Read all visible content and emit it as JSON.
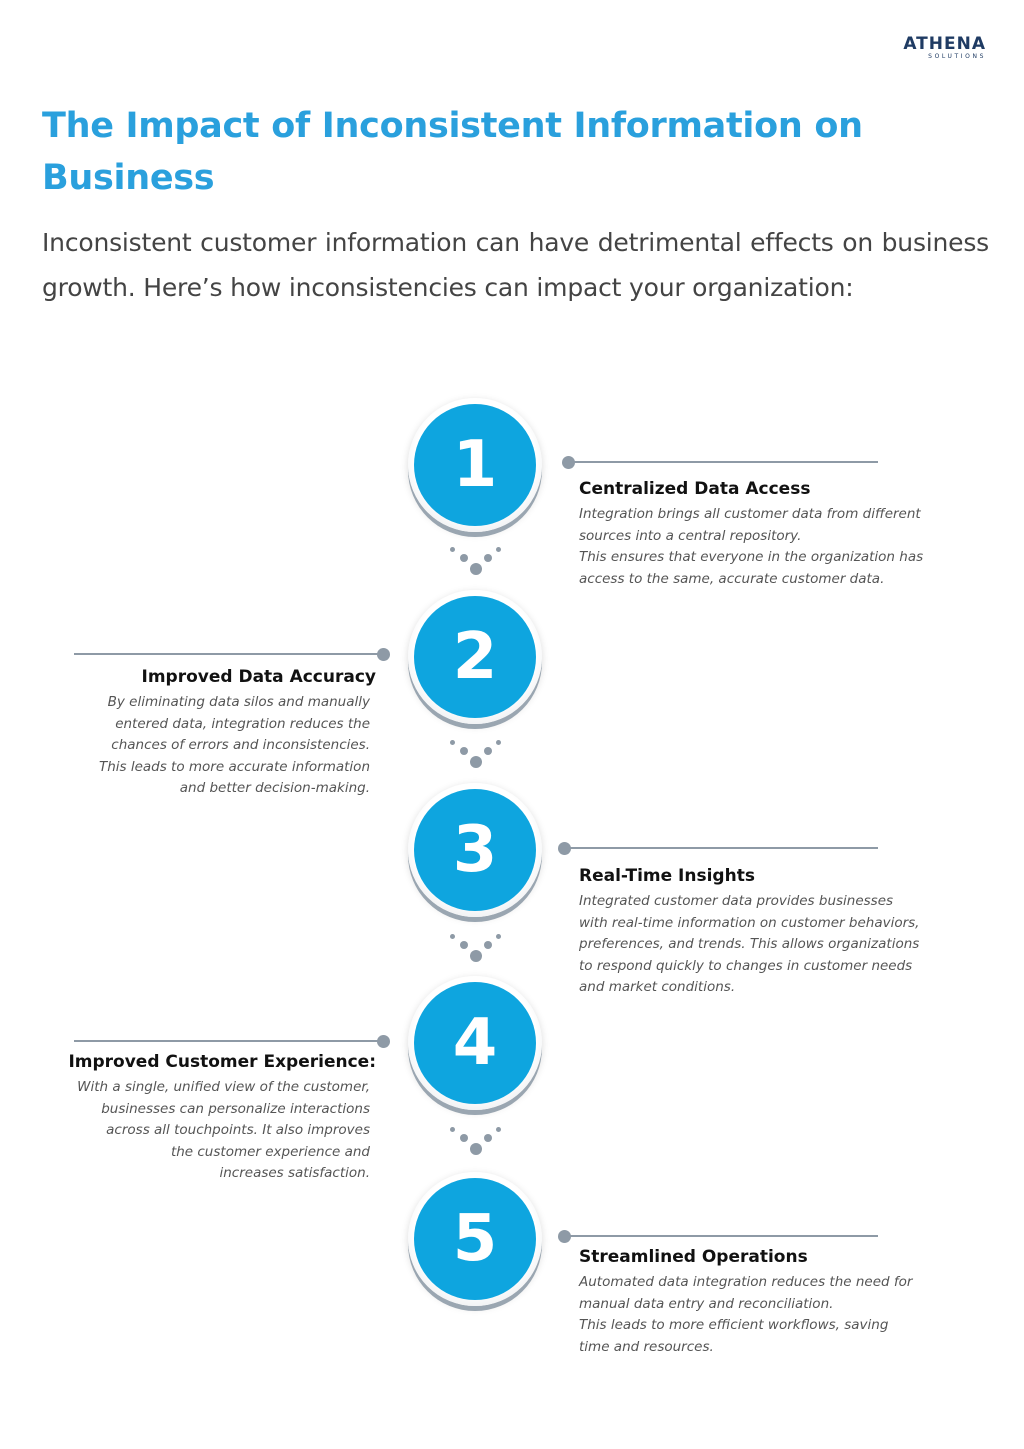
{
  "logo": {
    "name": "ATHENA",
    "sub": "SOLUTIONS"
  },
  "title": "The Impact of Inconsistent Information on Business",
  "intro": "Inconsistent customer information can have detrimental effects on business growth. Here’s how inconsistencies can impact your organization:",
  "colors": {
    "accent": "#2aa0dd",
    "circle": "#0ea5df",
    "connector": "#8e9aa6"
  },
  "items": [
    {
      "number": "1",
      "title": "Centralized Data Access",
      "lines": [
        "Integration brings all customer data from different",
        "sources into a central repository.",
        "This ensures that everyone in the organization has",
        "access to the same, accurate customer data."
      ]
    },
    {
      "number": "2",
      "title": "Improved Data Accuracy",
      "lines": [
        "By eliminating data silos and manually",
        "entered data, integration reduces the",
        "chances of errors and inconsistencies.",
        "This leads to more accurate information",
        "and better decision-making."
      ]
    },
    {
      "number": "3",
      "title": "Real-Time Insights",
      "lines": [
        "Integrated customer data provides businesses",
        "with real-time information on customer behaviors,",
        "preferences, and trends. This allows organizations",
        "to respond quickly to changes in customer needs",
        "and market conditions."
      ]
    },
    {
      "number": "4",
      "title": "Improved Customer Experience:",
      "lines": [
        "With a single, unified view of the customer,",
        "businesses can personalize interactions",
        "across all touchpoints. It also improves",
        "the customer experience and",
        "increases satisfaction."
      ]
    },
    {
      "number": "5",
      "title": "Streamlined Operations",
      "lines": [
        "Automated data integration reduces the need for",
        "manual data entry and reconciliation.",
        "This leads to more efficient workflows, saving",
        "time and resources."
      ]
    }
  ]
}
